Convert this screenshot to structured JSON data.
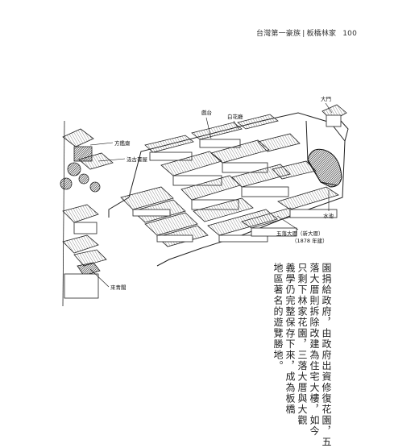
{
  "header": {
    "book": "台灣第一豪族",
    "separator": "|",
    "section": "板橋林家",
    "page": "100"
  },
  "illustration": {
    "labels": {
      "main_gate": "大門",
      "stage": "戲台",
      "flower_hall": "白花廳",
      "fangjian_room": "方鑑齋",
      "laigu_study": "汲古書屋",
      "water_pond": "水池",
      "five_courtyard": "五落大厝（新大厝）",
      "five_courtyard_year": "（1878 年建）",
      "tower": "來青閣"
    }
  },
  "body_text": {
    "columns": [
      "園捐給政府，由政府出資修復花園，五",
      "落大厝則拆除改建為住宅大樓，如今",
      "只剩下林家花園，三落大厝與大觀",
      "義學仍完整保存下來，成為板橋",
      "地區著名的遊覽勝地。"
    ]
  }
}
